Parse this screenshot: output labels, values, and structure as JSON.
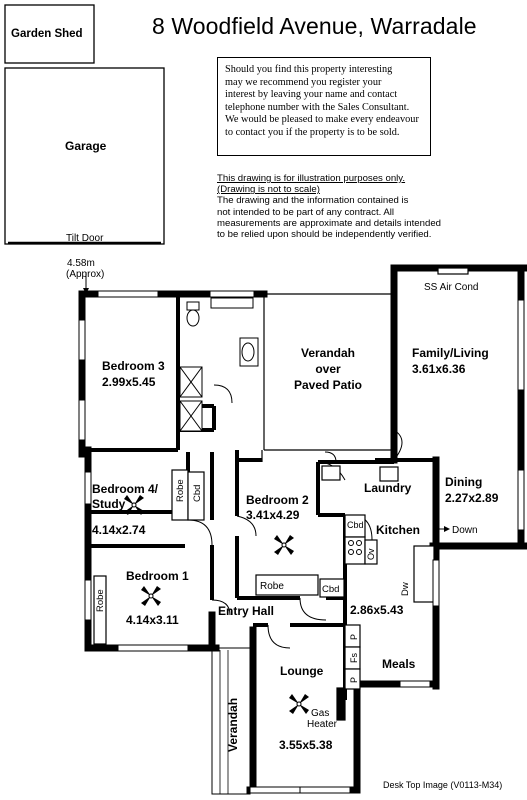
{
  "header": {
    "address": "8 Woodfield Avenue,  Warradale"
  },
  "notice": {
    "lines": [
      "Should you find this property interesting",
      "may we recommend you register your",
      "interest by leaving your name and contact",
      "telephone number with the Sales Consultant.",
      "We would be pleased to make every endeavour",
      "to contact you if the property is to be sold."
    ]
  },
  "disclaimer": {
    "line1": "This drawing is for illustration purposes only.",
    "line2": "(Drawing is not to scale)",
    "body": [
      "The drawing and the information contained is",
      "not intended to be part of any contract.  All",
      "measurements are approximate and details intended",
      "to be relied upon should be independently verified."
    ]
  },
  "outbuildings": {
    "shed": "Garden Shed",
    "garage": "Garage",
    "tilt_door": "Tilt Door",
    "width": "4.58m",
    "approx": "(Approx)"
  },
  "rooms": {
    "bed3_name": "Bedroom 3",
    "bed3_size": "2.99x5.45",
    "verandah_top_1": "Verandah",
    "verandah_top_2": "over",
    "verandah_top_3": "Paved Patio",
    "family_name": "Family/Living",
    "family_size": "3.61x6.36",
    "air_cond": "SS Air Cond",
    "bed4_name_1": "Bedroom 4/",
    "bed4_name_2": "Study",
    "bed4_size": "4.14x2.74",
    "robe_bed4": "Robe",
    "cbd_bed4": "Cbd",
    "bed2_name": "Bedroom 2",
    "bed2_size": "3.41x4.29",
    "robe_bed2": "Robe",
    "cbd_bed2": "Cbd",
    "laundry": "Laundry",
    "dining_name": "Dining",
    "dining_size": "2.27x2.89",
    "kitchen": "Kitchen",
    "cbd_kitchen": "Cbd",
    "ov": "Ov",
    "down": "Down",
    "dw": "Dw",
    "bed1_name": "Bedroom 1",
    "bed1_size": "4.14x3.11",
    "robe_bed1": "Robe",
    "entry_hall": "Entry Hall",
    "kitchen_size": "2.86x5.43",
    "p1": "P",
    "fs": "Fs",
    "p2": "P",
    "meals": "Meals",
    "lounge_name": "Lounge",
    "gas_1": "Gas",
    "gas_2": "Heater",
    "lounge_size": "3.55x5.38",
    "verandah_side": "Verandah"
  },
  "footer": {
    "ref": "Desk Top Image   (V0113-M34)"
  }
}
